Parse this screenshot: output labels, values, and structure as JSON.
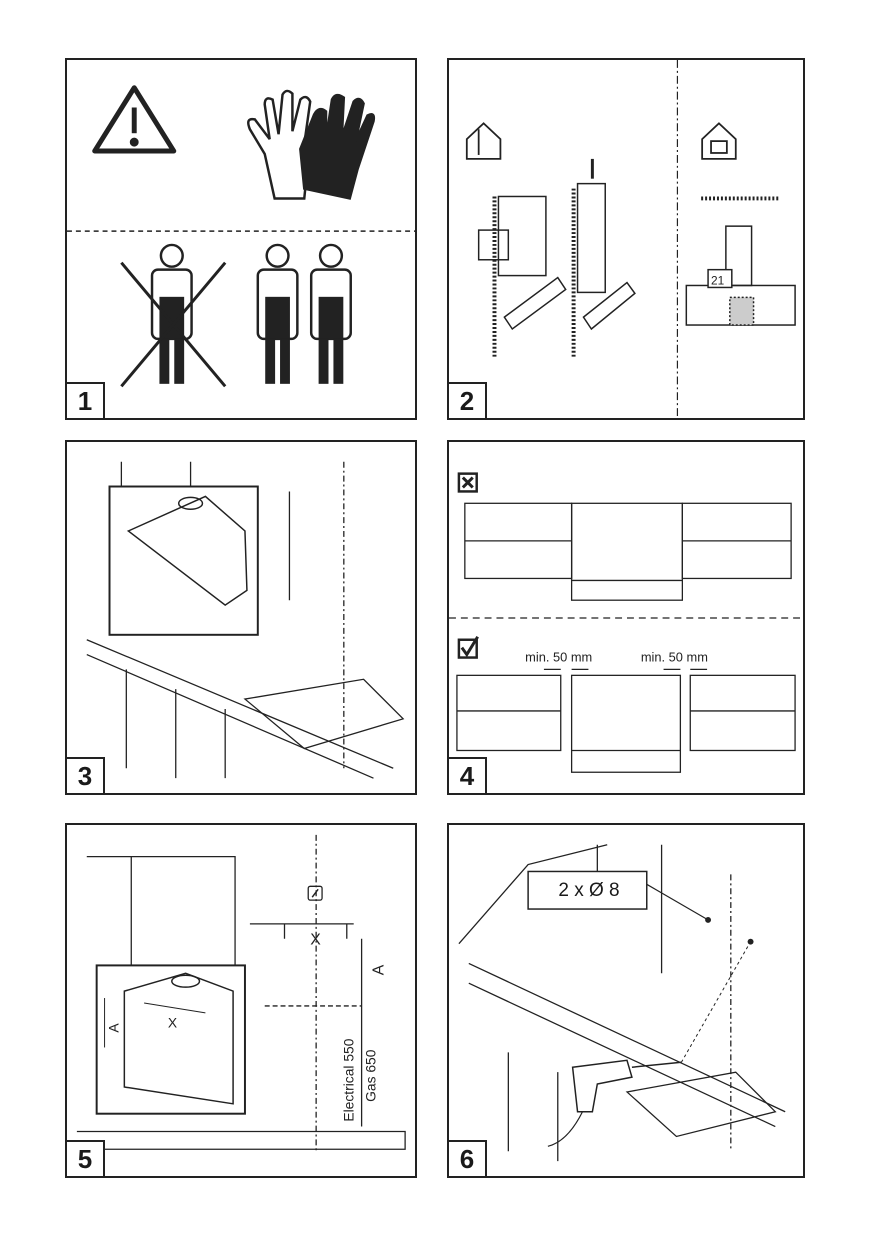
{
  "panels": [
    {
      "number": "1"
    },
    {
      "number": "2",
      "tag": "21"
    },
    {
      "number": "3"
    },
    {
      "number": "4",
      "gap_left": "min. 50 mm",
      "gap_right": "min. 50 mm"
    },
    {
      "number": "5",
      "dim_x": "X",
      "dim_a": "A",
      "dim_a_inset": "A",
      "dim_x_inset": "X",
      "electrical": "Electrical 550",
      "gas": "Gas 650"
    },
    {
      "number": "6",
      "drill_label": "2 x Ø 8"
    }
  ]
}
